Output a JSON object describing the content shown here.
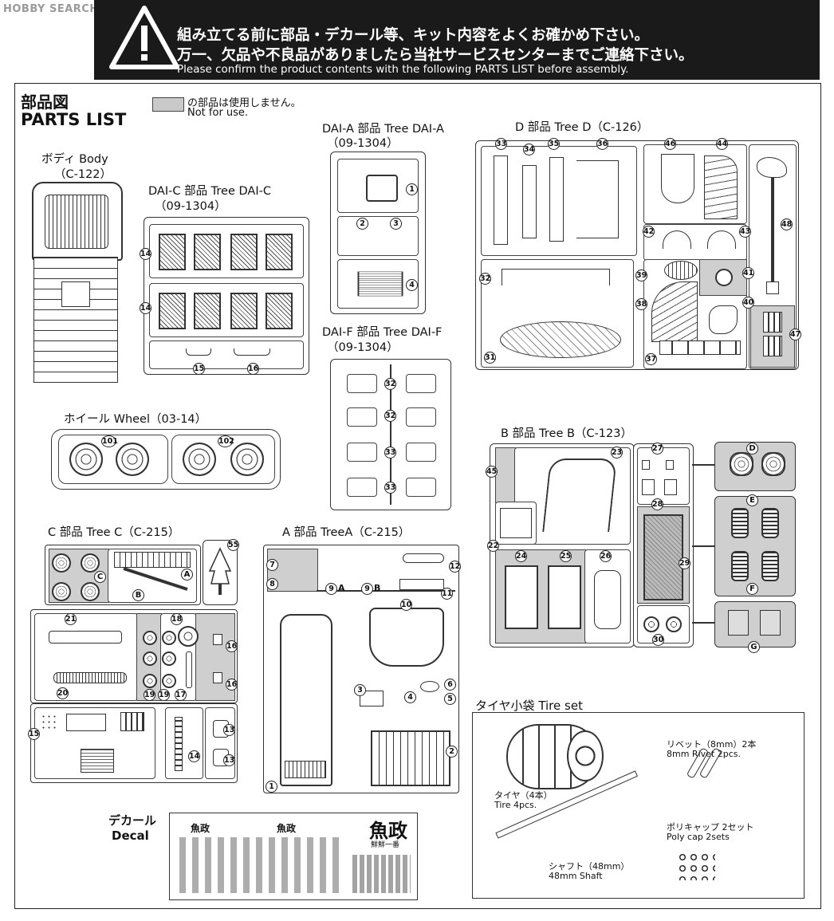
{
  "watermark": "HOBBY SEARCH",
  "banner": {
    "line1": "組み立てる前に部品・デカール等、キット内容をよくお確かめ下さい。",
    "line2": "万一、欠品や不良品がありましたら当社サービスセンターまでご連絡下さい。",
    "line3": "Please confirm the product contents with the following PARTS LIST before assembly."
  },
  "header": {
    "title_jp": "部品図",
    "title_en": "PARTS LIST",
    "note_jp": "の部品は使用しません。",
    "note_en": "Not for use."
  },
  "trees": {
    "body": {
      "label1": "ボディ Body",
      "label2": "（C-122）"
    },
    "daic": {
      "label1": "DAI-C 部品 Tree DAI-C",
      "label2": "（09-1304）"
    },
    "daia": {
      "label1": "DAI-A 部品 Tree DAI-A",
      "label2": "（09-1304）"
    },
    "daif": {
      "label1": "DAI-F 部品 Tree DAI-F",
      "label2": "（09-1304）"
    },
    "d": {
      "label1": "D 部品 Tree D（C-126）"
    },
    "wheel": {
      "label1": "ホイール Wheel（03-14）"
    },
    "b": {
      "label1": "B 部品 Tree B（C-123）"
    },
    "c": {
      "label1": "C 部品 Tree C（C-215）"
    },
    "a": {
      "label1": "A 部品 TreeA（C-215）"
    }
  },
  "nums": {
    "n1": "1",
    "n2": "2",
    "n3": "3",
    "n4": "4",
    "n5": "5",
    "n6": "6",
    "n7": "7",
    "n8": "8",
    "n9": "9",
    "n10": "10",
    "n11": "11",
    "n12": "12",
    "n13": "13",
    "n14": "14",
    "n15": "15",
    "n16": "16",
    "n17": "17",
    "n18": "18",
    "n19": "19",
    "n20": "20",
    "n21": "21",
    "n22": "22",
    "n23": "23",
    "n24": "24",
    "n25": "25",
    "n26": "26",
    "n27": "27",
    "n28": "28",
    "n29": "29",
    "n30": "30",
    "n31": "31",
    "n32": "32",
    "n33": "33",
    "n34": "34",
    "n35": "35",
    "n36": "36",
    "n37": "37",
    "n38": "38",
    "n39": "39",
    "n40": "40",
    "n41": "41",
    "n42": "42",
    "n43": "43",
    "n44": "44",
    "n45": "45",
    "n46": "46",
    "n47": "47",
    "n48": "48",
    "n55": "55",
    "n101": "101",
    "n102": "102"
  },
  "letters": {
    "A": "A",
    "B": "B",
    "C": "C",
    "D": "D",
    "E": "E",
    "F": "F",
    "G": "G"
  },
  "sub_labels": {
    "a9A": "A",
    "a9B": "B"
  },
  "decal": {
    "label_jp": "デカール",
    "label_en": "Decal",
    "brand1": "魚政",
    "brand2": "魚政",
    "slogan": "鮮鮮一番",
    "small1": "魚政"
  },
  "tire_set": {
    "title": "タイヤ小袋 Tire set",
    "tire_jp": "タイヤ（4本）",
    "tire_en": "Tire 4pcs.",
    "rivet_jp": "リベット（8mm）2本",
    "rivet_en": "8mm Rivet 2pcs.",
    "polycap_jp": "ポリキャップ 2セット",
    "polycap_en": "Poly cap 2sets",
    "shaft_jp": "シャフト（48mm）",
    "shaft_en": "48mm Shaft"
  }
}
